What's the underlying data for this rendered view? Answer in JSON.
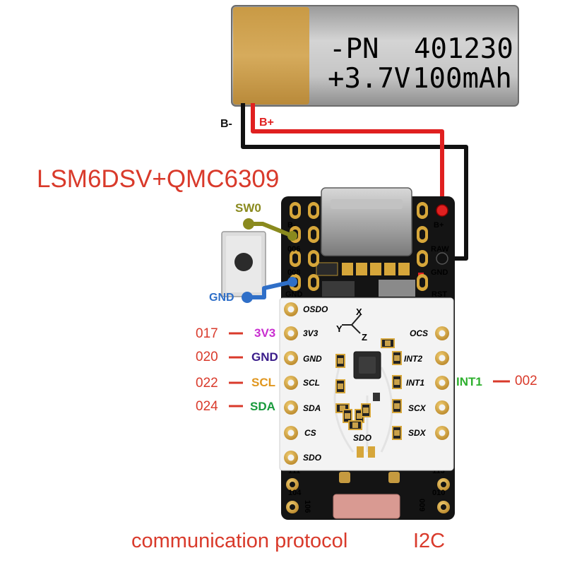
{
  "title": "LSM6DSV+QMC6309",
  "battery": {
    "line1_left": "-PN",
    "line1_right": "401230",
    "line2_left": "+3.7V",
    "line2_right": "100mAh",
    "neg_label": "B-",
    "pos_label": "B+"
  },
  "button": {
    "top_label": "SW0",
    "bottom_label": "GND"
  },
  "left_pins": [
    {
      "num": "017",
      "label": "3V3",
      "color": "#c92ed0"
    },
    {
      "num": "020",
      "label": "GND",
      "color": "#3a1c8a"
    },
    {
      "num": "022",
      "label": "SCL",
      "color": "#e0961e"
    },
    {
      "num": "024",
      "label": "SDA",
      "color": "#189a3c"
    }
  ],
  "right_pin": {
    "label": "INT1",
    "num": "002",
    "color": "#2fb02f"
  },
  "pcb_left_labels": [
    "B-",
    "006",
    "008",
    "GND"
  ],
  "pcb_right_labels": [
    "B+",
    "RAW",
    "GND",
    "RST"
  ],
  "pcb_bottom_left_labels": [
    "111",
    "104",
    "106"
  ],
  "pcb_bottom_right_labels": [
    "113",
    "010",
    "009"
  ],
  "module_left_silk": [
    "OSDO",
    "3V3",
    "GND",
    "SCL",
    "SDA",
    "CS",
    "SDO"
  ],
  "module_right_silk": [
    "OCS",
    "INT2",
    "INT1",
    "SCX",
    "SDX"
  ],
  "module_center_silk": "SDO",
  "axes": {
    "x": "X",
    "y": "Y",
    "z": "Z"
  },
  "footer": {
    "left": "communication protocol",
    "right": "I2C"
  },
  "colors": {
    "accent_red": "#d93a2b",
    "wire_red": "#e02020",
    "wire_black": "#111111",
    "sw0_olive": "#8a8a1e",
    "gnd_blue": "#2f6fc8",
    "pcb_black": "#141414",
    "module_white": "#f3f3f3",
    "pad_gold": "#d6a63a"
  }
}
